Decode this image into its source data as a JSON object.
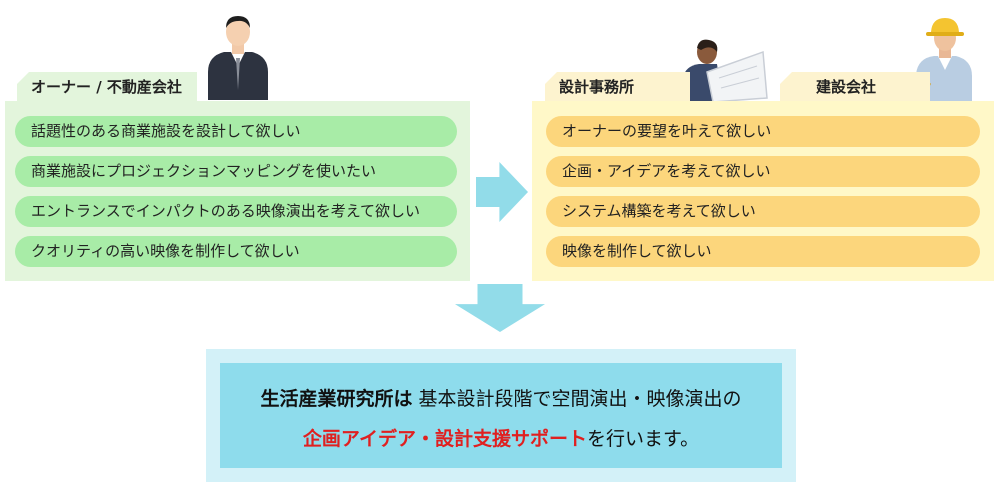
{
  "owner": {
    "tab_label": "オーナー / 不動産会社",
    "items": [
      "話題性のある商業施設を設計して欲しい",
      "商業施設にプロジェクションマッピングを使いたい",
      "エントランスでインパクトのある映像演出を考えて欲しい",
      "クオリティの高い映像を制作して欲しい"
    ]
  },
  "design_office": {
    "tab_label": "設計事務所"
  },
  "construction": {
    "tab_label": "建設会社"
  },
  "requests": {
    "items": [
      "オーナーの要望を叶えて欲しい",
      "企画・アイデアを考えて欲しい",
      "システム構築を考えて欲しい",
      "映像を制作して欲しい"
    ]
  },
  "summary": {
    "line1_name": "生活産業研究所は",
    "line1_rest": "基本設計段階で空間演出・映像演出の",
    "line2_highlight": "企画アイデア・設計支援サポート",
    "line2_rest": "を行います。"
  },
  "colors": {
    "green_panel": "#e3f5dc",
    "green_pill": "#a8eca7",
    "yellow_panel": "#fff8c8",
    "yellow_pill": "#fcd67c",
    "arrow": "#92dce9",
    "box_outer": "#d3f1f8",
    "box_inner": "#8edcec",
    "highlight": "#e02020"
  },
  "icons": {
    "owner_person": "businessman-illustration",
    "designer_person": "architect-with-blueprint-illustration",
    "builder_person": "construction-worker-with-helmet-illustration",
    "flow_right": "arrow-right-icon",
    "flow_down": "arrow-down-icon"
  }
}
